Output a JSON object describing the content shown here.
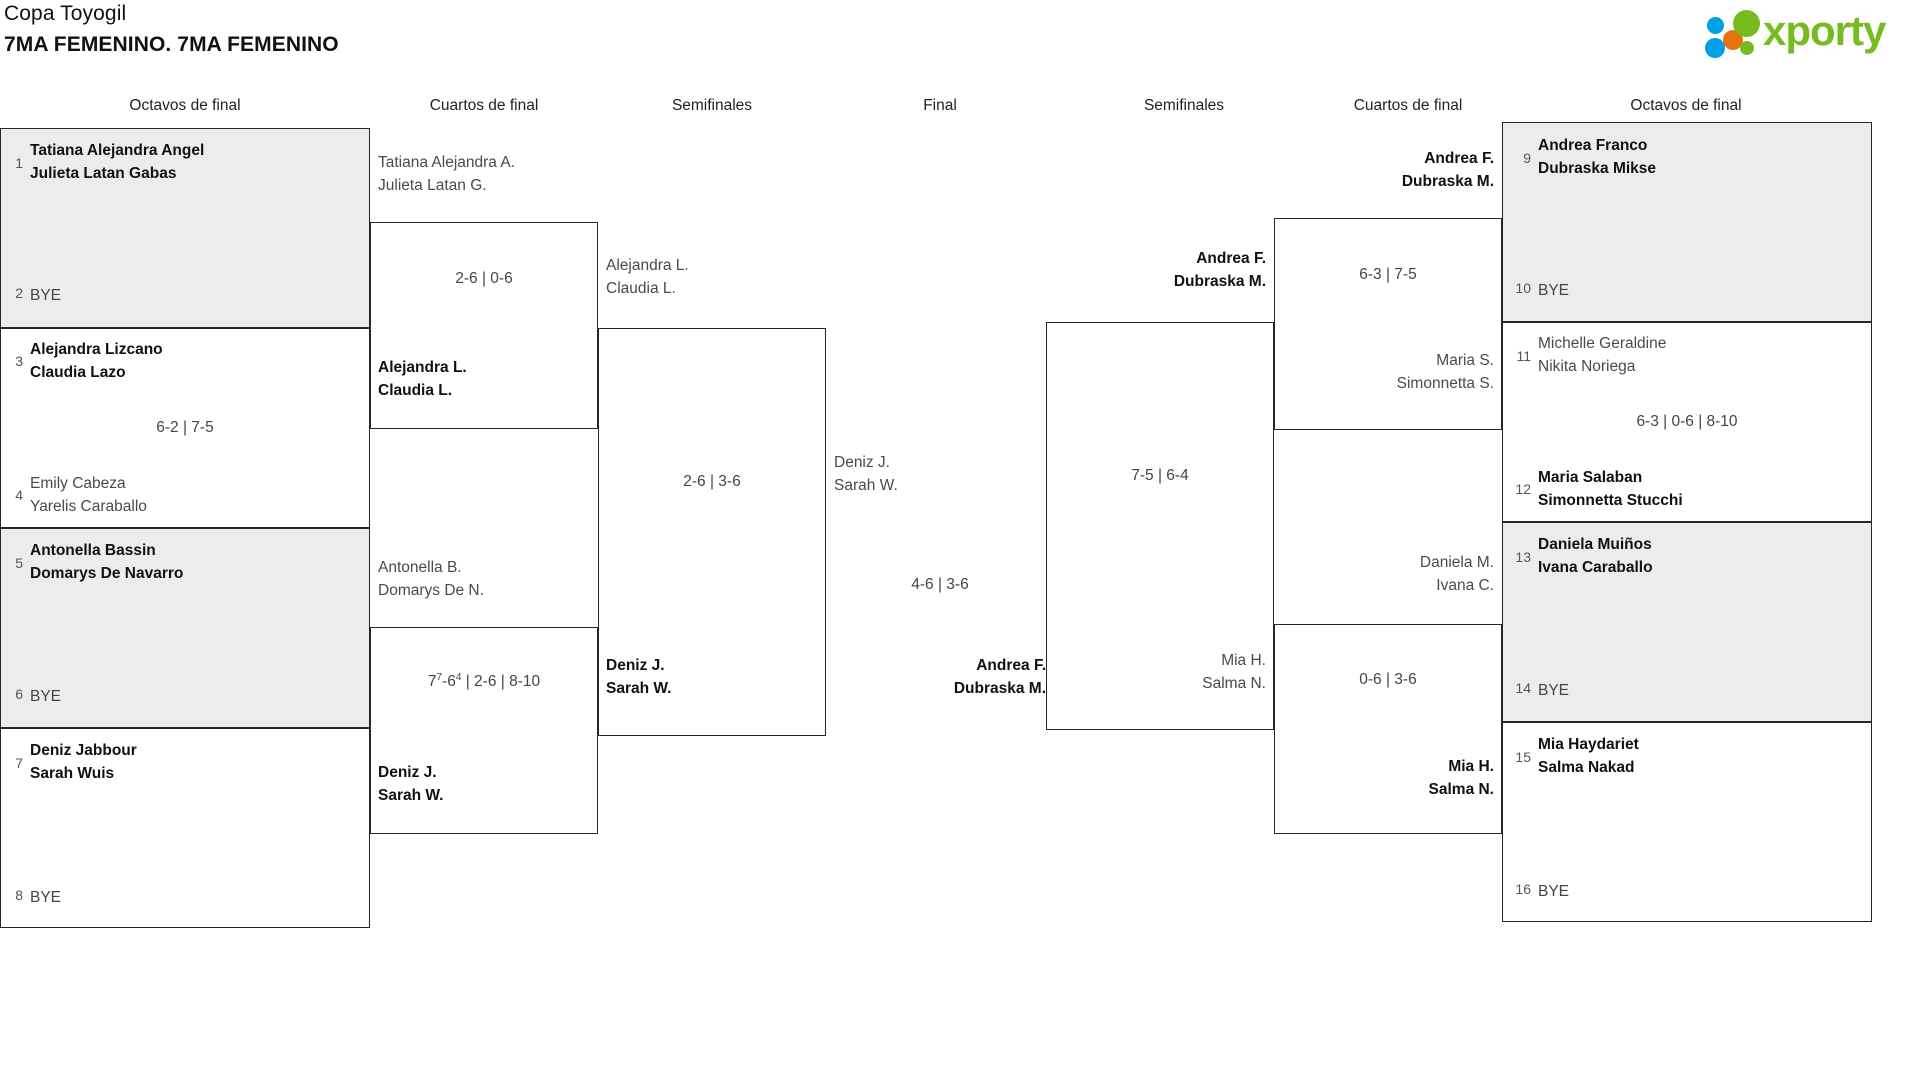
{
  "header": {
    "tournament": "Copa Toyogil",
    "category": "7MA FEMENINO. 7MA FEMENINO"
  },
  "logo": {
    "wordmark": "xporty",
    "green": "#76bc21",
    "blue": "#00a0e3",
    "orange": "#e8720c"
  },
  "round_labels": {
    "l1": "Octavos de final",
    "l2": "Cuartos de final",
    "l3": "Semifinales",
    "final": "Final",
    "r3": "Semifinales",
    "r2": "Cuartos de final",
    "r1": "Octavos de final"
  },
  "bracket": {
    "left_r16": [
      {
        "seed": "1",
        "p1": "Tatiana Alejandra Angel",
        "p2": "Julieta Latan Gabas",
        "state": "win"
      },
      {
        "seed": "2",
        "bye": "BYE"
      },
      {
        "seed": "3",
        "p1": "Alejandra Lizcano",
        "p2": "Claudia Lazo",
        "state": "win"
      },
      {
        "seed": "4",
        "p1": "Emily Cabeza",
        "p2": "Yarelis Caraballo",
        "state": "lose"
      },
      {
        "seed": "5",
        "p1": "Antonella Bassin",
        "p2": "Domarys De Navarro",
        "state": "win"
      },
      {
        "seed": "6",
        "bye": "BYE"
      },
      {
        "seed": "7",
        "p1": "Deniz Jabbour",
        "p2": "Sarah Wuis",
        "state": "win"
      },
      {
        "seed": "8",
        "bye": "BYE"
      }
    ],
    "left_r16_scores": [
      "",
      "6-2 | 7-5",
      "",
      ""
    ],
    "left_qf": [
      {
        "p1": "Tatiana Alejandra A.",
        "p2": "Julieta Latan G.",
        "state": "lose"
      },
      {
        "p1": "Alejandra L.",
        "p2": "Claudia L.",
        "state": "win"
      },
      {
        "p1": "Antonella B.",
        "p2": "Domarys De N.",
        "state": "lose"
      },
      {
        "p1": "Deniz J.",
        "p2": "Sarah W.",
        "state": "win"
      }
    ],
    "left_qf_scores": [
      {
        "plain": "2-6 | 0-6"
      },
      {
        "parts": [
          {
            "t": "7",
            "sup": "7"
          },
          {
            "t": "-6"
          },
          {
            "t": "",
            "sup": "4"
          },
          {
            "t": " | 2-6 | 8-10"
          }
        ],
        "raw": "7⁷-6⁴ | 2-6 | 8-10"
      }
    ],
    "left_sf": [
      {
        "p1": "Alejandra L.",
        "p2": "Claudia L.",
        "state": "lose"
      },
      {
        "p1": "Deniz J.",
        "p2": "Sarah W.",
        "state": "win"
      }
    ],
    "left_sf_score": "2-6 | 3-6",
    "final": {
      "left_team": {
        "p1": "Deniz J.",
        "p2": "Sarah W.",
        "state": "lose"
      },
      "right_team": {
        "p1": "Andrea F.",
        "p2": "Dubraska M.",
        "state": "win"
      },
      "score": "4-6 | 3-6"
    },
    "right_sf": [
      {
        "p1": "Andrea F.",
        "p2": "Dubraska M.",
        "state": "win"
      },
      {
        "p1": "Mia H.",
        "p2": "Salma N.",
        "state": "lose"
      }
    ],
    "right_sf_score": "7-5 | 6-4",
    "right_qf": [
      {
        "p1": "Andrea F.",
        "p2": "Dubraska M.",
        "state": "win"
      },
      {
        "p1": "Maria S.",
        "p2": "Simonnetta S.",
        "state": "lose"
      },
      {
        "p1": "Daniela M.",
        "p2": "Ivana C.",
        "state": "lose"
      },
      {
        "p1": "Mia H.",
        "p2": "Salma N.",
        "state": "win"
      }
    ],
    "right_qf_scores": [
      "6-3 | 7-5",
      "0-6 | 3-6"
    ],
    "right_r16": [
      {
        "seed": "9",
        "p1": "Andrea Franco",
        "p2": "Dubraska Mikse",
        "state": "win"
      },
      {
        "seed": "10",
        "bye": "BYE"
      },
      {
        "seed": "11",
        "p1": "Michelle Geraldine",
        "p2": "Nikita Noriega",
        "state": "lose"
      },
      {
        "seed": "12",
        "p1": "Maria Salaban",
        "p2": "Simonnetta Stucchi",
        "state": "win"
      },
      {
        "seed": "13",
        "p1": "Daniela Muiños",
        "p2": "Ivana Caraballo",
        "state": "win"
      },
      {
        "seed": "14",
        "bye": "BYE"
      },
      {
        "seed": "15",
        "p1": "Mia Haydariet",
        "p2": "Salma Nakad",
        "state": "win"
      },
      {
        "seed": "16",
        "bye": "BYE"
      }
    ],
    "right_r16_scores": [
      "",
      "6-3 | 0-6 | 8-10",
      "",
      ""
    ]
  }
}
